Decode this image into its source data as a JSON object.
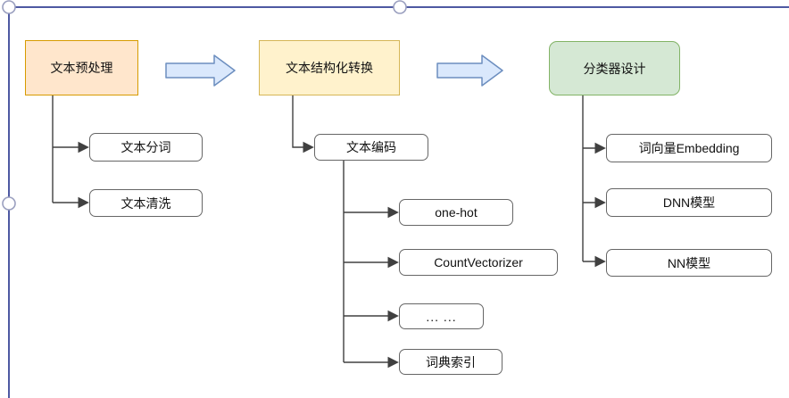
{
  "nodes": {
    "preprocess": "文本预处理",
    "structurize": "文本结构化转换",
    "classifier": "分类器设计",
    "segmentation": "文本分词",
    "cleaning": "文本清洗",
    "encoding": "文本编码",
    "onehot": "one-hot",
    "countvectorizer": "CountVectorizer",
    "ellipsis": "... ...",
    "dictindex": "词典索引",
    "embedding": "词向量Embedding",
    "dnn": "DNN模型",
    "nn": "NN模型"
  },
  "colors": {
    "node-orange-fill": "#ffe6cc",
    "node-orange-stroke": "#d79b00",
    "node-yellow-fill": "#fff2cc",
    "node-yellow-stroke": "#d6b656",
    "node-green-fill": "#d5e8d4",
    "node-green-stroke": "#82b366",
    "child-fill": "#ffffff",
    "child-stroke": "#666666",
    "edge-color": "#404040",
    "flow-arrow-fill": "#dae8fc",
    "flow-arrow-stroke": "#6c8ebf",
    "selection-color": "#4e59a2",
    "handle-stroke": "#9a9fbf",
    "handle-fill": "#ffffff",
    "text-color": "#111111"
  }
}
